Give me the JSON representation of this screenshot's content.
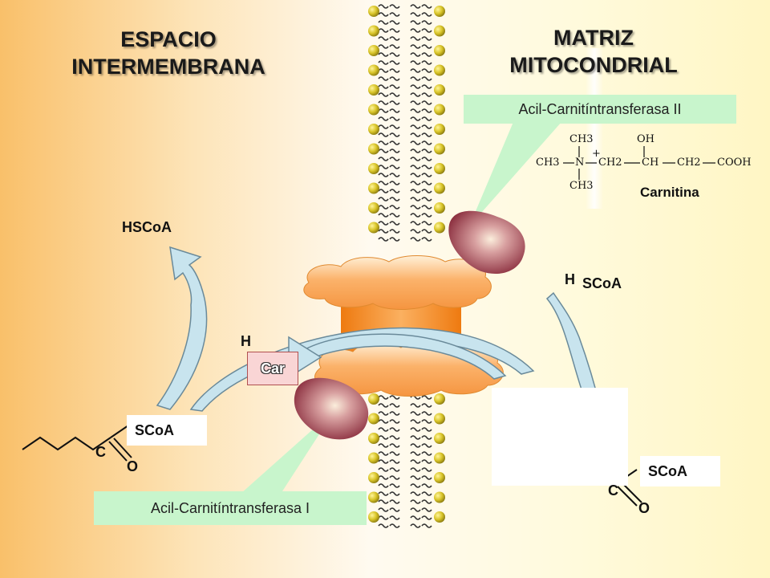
{
  "titles": {
    "intermembrane_line1": "ESPACIO",
    "intermembrane_line2": "INTERMEMBRANA",
    "matrix_line1": "MATRIZ",
    "matrix_line2": "MITOCONDRIAL"
  },
  "enzymes": {
    "transferase_2": "Acil-Carnitíntransferasa II",
    "transferase_1": "Acil-Carnitíntransferasa I"
  },
  "molecules": {
    "carnitine_name": "Carnitina",
    "car_box": "Car",
    "hscoa": "HSCoA",
    "scoa_left": "SCoA",
    "scoa_right": "SCoA",
    "scoa_matrix": "SCoA",
    "h_left": "H",
    "h_right": "H",
    "c_left": "C",
    "o_left": "O",
    "c_right": "C",
    "o_right": "O"
  },
  "carnitine_formula": {
    "ch3_top": "CH3",
    "ch3_left": "CH3",
    "ch3_bottom": "CH3",
    "n": "N",
    "plus": "+",
    "ch2_a": "CH2",
    "oh": "OH",
    "ch": "CH",
    "ch2_b": "CH2",
    "cooh": "COOH"
  },
  "colors": {
    "membrane_head": "#d4c020",
    "protein_orange": "#fba75a",
    "protein_core": "#f08020",
    "enzyme_maroon": "#8c3040",
    "arrow_fill": "#c8e4ee",
    "callout_green": "#c8f5cc"
  }
}
